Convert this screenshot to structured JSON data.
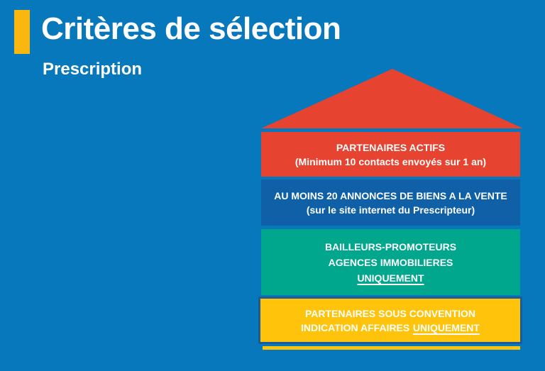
{
  "slide": {
    "title": "Critères de sélection",
    "subtitle": "Prescription"
  },
  "house": {
    "roof": {
      "color": "#E74331"
    },
    "levels": [
      {
        "name": "partenaires-actifs",
        "color": "#E74331",
        "lines": [
          "PARTENAIRES ACTIFS",
          "(Minimum 10 contacts envoyés sur 1 an)"
        ]
      },
      {
        "name": "annonces-vente",
        "color": "#1060A8",
        "lines": [
          "AU MOINS 20 ANNONCES DE BIENS A LA VENTE",
          "(sur le site internet du Prescripteur)"
        ]
      },
      {
        "name": "bailleurs-agences",
        "color": "#00A78C",
        "lines": [
          "BAILLEURS-PROMOTEURS",
          "AGENCES IMMOBILIERES"
        ],
        "underlined_line": "UNIQUEMENT"
      },
      {
        "name": "partenaires-convention",
        "color": "#FFC30B",
        "border_color": "#1A5C99",
        "lines": [
          "PARTENAIRES SOUS CONVENTION"
        ],
        "line2_prefix": "INDICATION AFFAIRES",
        "line2_underlined": "UNIQUEMENT"
      }
    ],
    "ground_line_color": "#FFC30B"
  },
  "colors": {
    "background": "#0878BD",
    "accent_bar": "#F9B710",
    "text": "#FFFFFF"
  }
}
